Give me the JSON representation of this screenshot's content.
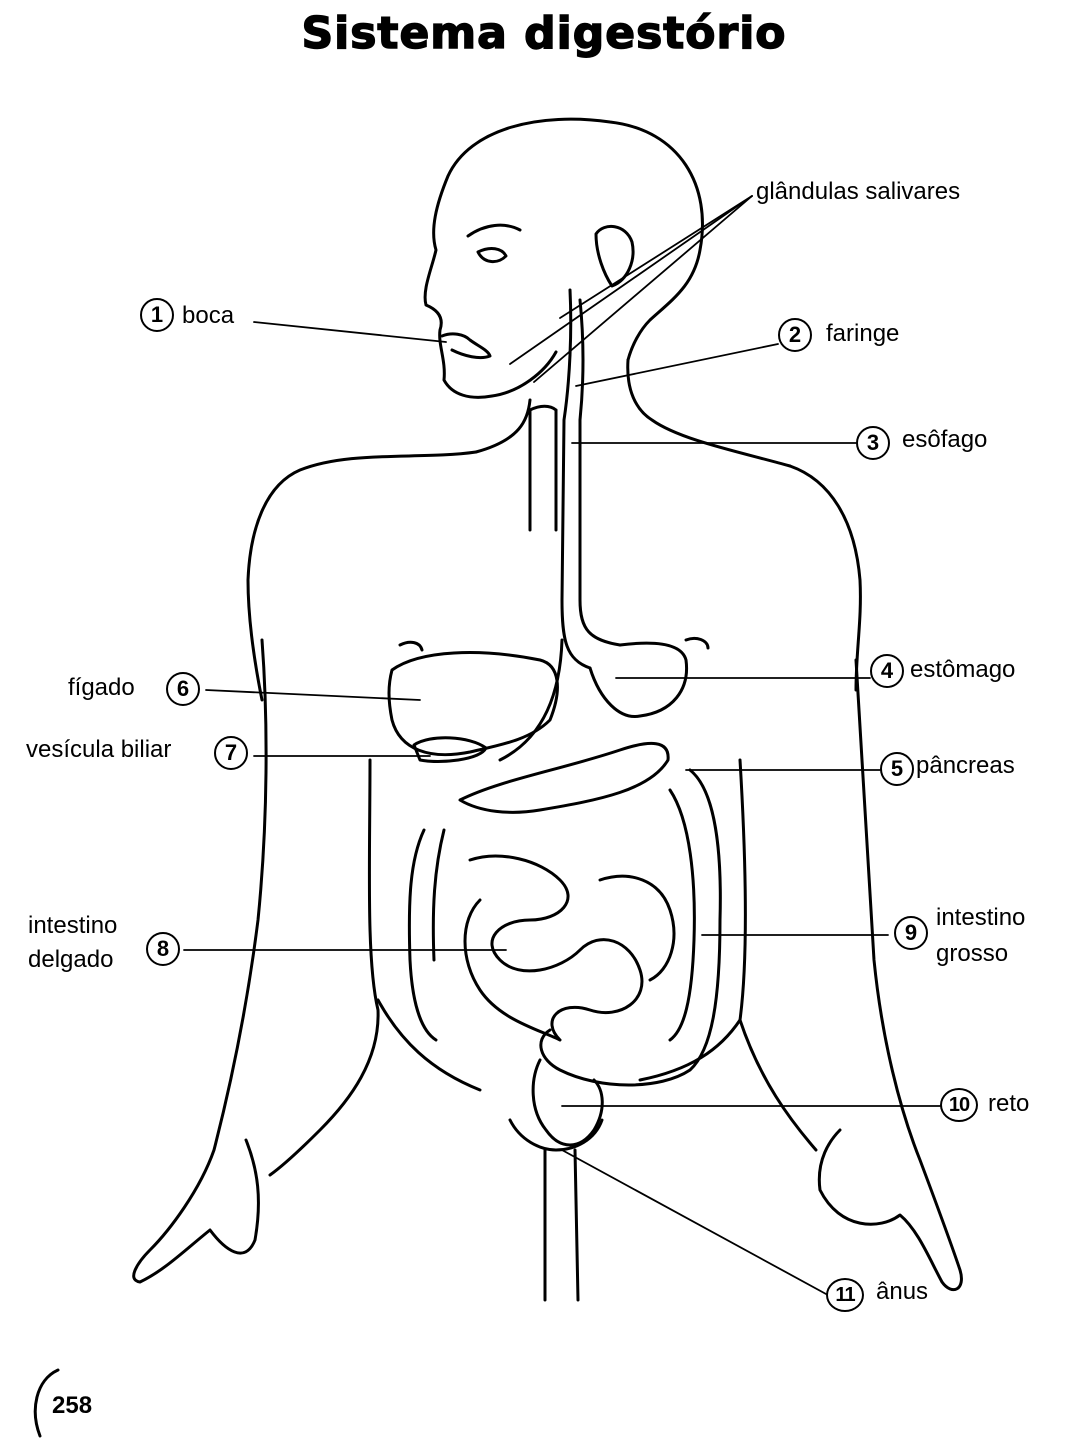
{
  "title": "Sistema digestório",
  "page_number": "258",
  "labels": {
    "salivary": "glândulas salivares",
    "l1": {
      "num": "1",
      "text": "boca"
    },
    "l2": {
      "num": "2",
      "text": "faringe"
    },
    "l3": {
      "num": "3",
      "text": "esôfago"
    },
    "l4": {
      "num": "4",
      "text": "estômago"
    },
    "l5": {
      "num": "5",
      "text": "pâncreas"
    },
    "l6": {
      "num": "6",
      "text": "fígado"
    },
    "l7": {
      "num": "7",
      "text": "vesícula biliar"
    },
    "l8": {
      "num": "8",
      "text_line1": "intestino",
      "text_line2": "delgado"
    },
    "l9": {
      "num": "9",
      "text_line1": "intestino",
      "text_line2": "grosso"
    },
    "l10": {
      "num": "10",
      "text": "reto"
    },
    "l11": {
      "num": "11",
      "text": "ânus"
    }
  }
}
